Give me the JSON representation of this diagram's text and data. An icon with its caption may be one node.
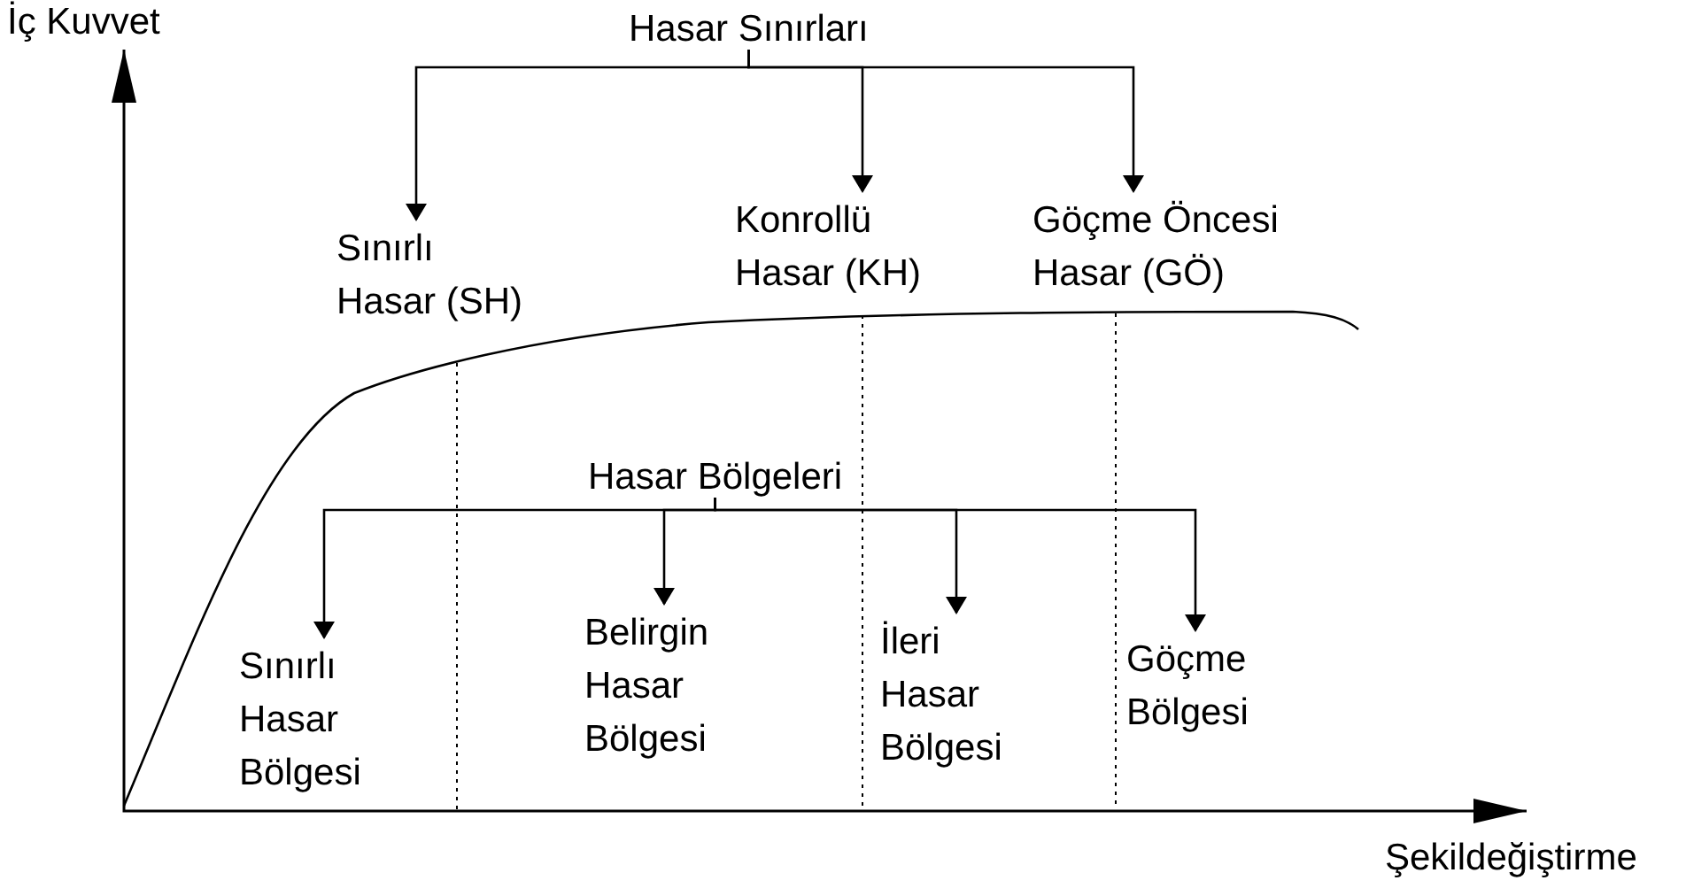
{
  "diagram": {
    "nodes": [
      {
        "text": [
          "Hasar Sınırları"
        ]
      },
      {
        "text": [
          "Sınırlı Hasar (SH)"
        ]
      },
      {
        "text": [
          "Konrollü Hasar (KH)"
        ]
      },
      {
        "text": [
          "Göçme Öncesi Hasar (GÖ)"
        ]
      },
      {
        "text": [
          "Hasar Bölgeleri"
        ]
      },
      {
        "text": [
          "Sınırlı Hasar Bölgesi"
        ]
      },
      {
        "text": [
          "Belirgin Hasar Bölgesi"
        ]
      },
      {
        "text": [
          "İleri Hasar Bölgesi"
        ]
      },
      {
        "text": [
          "Göçme Bölgesi"
        ]
      }
    ],
    "edges": [
      {
        "from": 0,
        "to": 1,
        "arrow": "to"
      },
      {
        "from": 0,
        "to": 2,
        "arrow": "to"
      },
      {
        "from": 0,
        "to": 3,
        "arrow": "to"
      },
      {
        "from": 4,
        "to": 5,
        "arrow": "to"
      },
      {
        "from": 4,
        "to": 6,
        "arrow": "to"
      },
      {
        "from": 4,
        "to": 7,
        "arrow": "to"
      },
      {
        "from": 4,
        "to": 8,
        "arrow": "to"
      }
    ],
    "labels": [
      "İç Kuvvet",
      "Şekildeğiştirme"
    ]
  }
}
